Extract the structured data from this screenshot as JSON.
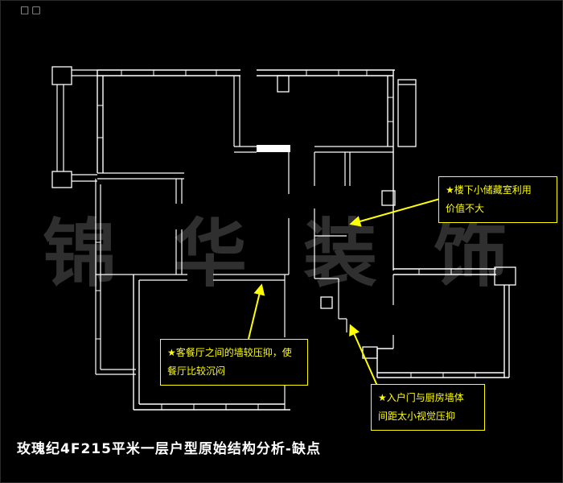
{
  "page": {
    "corner_marks": "□□",
    "watermark": "锦华装饰",
    "caption": "玫瑰纪4F215平米一层户型原始结构分析-缺点"
  },
  "annotations": [
    {
      "name": "storage-note",
      "lines": [
        "★楼下小储藏室利用",
        "价值不大"
      ]
    },
    {
      "name": "living-dining-note",
      "lines": [
        "★客餐厅之间的墙较压抑，使",
        "餐厅比较沉闷"
      ]
    },
    {
      "name": "entry-kitchen-note",
      "lines": [
        "★入户门与厨房墙体",
        "间距太小视觉压抑"
      ]
    }
  ],
  "colors": {
    "background": "#000000",
    "wall_lines": "#ffffff",
    "annotation_yellow": "#ffff00",
    "watermark_gray": "#2f2f2f"
  }
}
